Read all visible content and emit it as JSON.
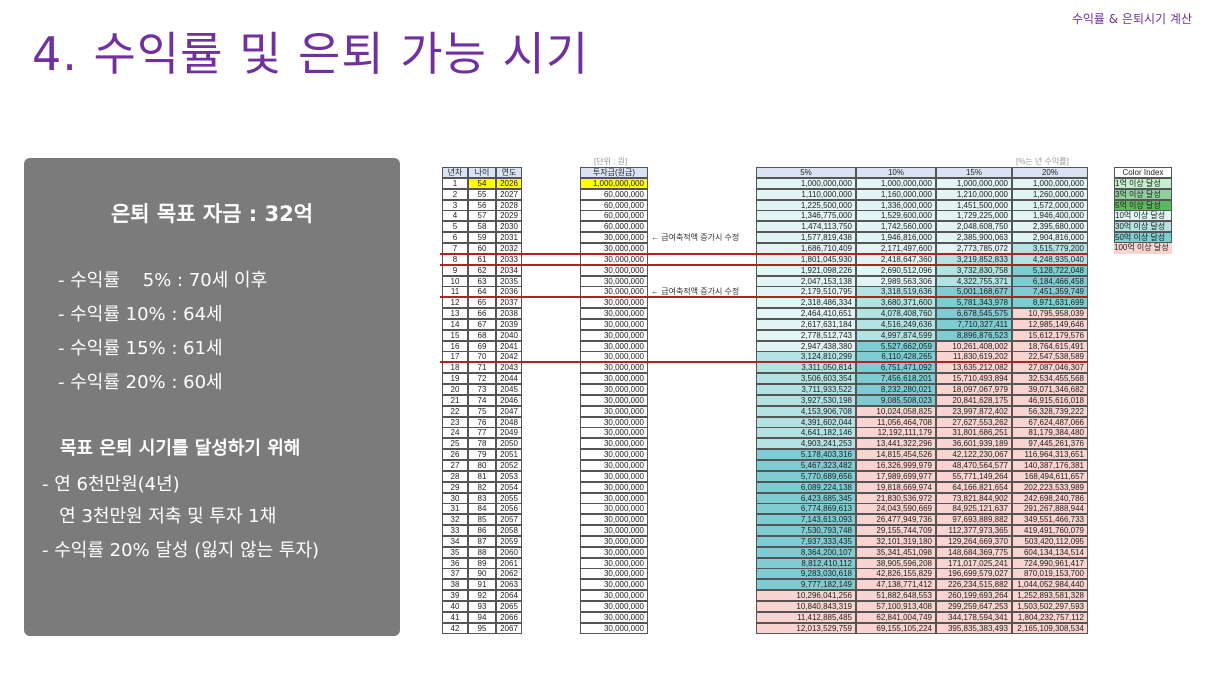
{
  "header": {
    "top_label": "수익률 & 은퇴시기 계산",
    "title": "4. 수익률 및 은퇴 가능 시기"
  },
  "summary": {
    "goal": "은퇴 목표 자금 : 32억",
    "rates": [
      "- 수익률    5% : 70세 이후",
      "- 수익률 10% : 64세",
      "- 수익률 15% : 61세",
      "- 수익률 20% : 60세"
    ],
    "plan_title": "목표 은퇴 시기를 달성하기 위해",
    "plan": [
      "- 연 6천만원(4년)",
      "   연 3천만원 저축 및 투자 1채",
      "- 수익률 20% 달성 (잃지 않는 투자)"
    ]
  },
  "sheet": {
    "unit_label": "[단위 : 원]",
    "rate_label": "[%는 년 수익률]",
    "headers": [
      "년차",
      "나이",
      "연도",
      "투자금(원금)",
      "5%",
      "10%",
      "15%",
      "20%"
    ],
    "notes": [
      "← 급여축적액 증가시 수정",
      "← 급여축적액 증가시 수정"
    ],
    "color_index": {
      "title": "Color Index",
      "items": [
        {
          "label": "1억 이상 달성",
          "color": "#c6efce"
        },
        {
          "label": "3억 이상 달성",
          "color": "#8fd19e"
        },
        {
          "label": "5억 이상 달성",
          "color": "#5cb85c"
        },
        {
          "label": "10억 이상 달성",
          "color": "#e2f4f4"
        },
        {
          "label": "30억 이상 달성",
          "color": "#b3e2e3"
        },
        {
          "label": "50억 이상 달성",
          "color": "#7fcdd2"
        },
        {
          "label": "100억 이상 달성",
          "color": "#f9d4d0"
        }
      ]
    },
    "rows": [
      [
        "1",
        "54",
        "2026",
        "1,000,000,000",
        "1,000,000,000",
        "1,000,000,000",
        "1,000,000,000",
        "1,000,000,000"
      ],
      [
        "2",
        "55",
        "2027",
        "60,000,000",
        "1,110,000,000",
        "1,160,000,000",
        "1,210,000,000",
        "1,260,000,000"
      ],
      [
        "3",
        "56",
        "2028",
        "60,000,000",
        "1,225,500,000",
        "1,336,000,000",
        "1,451,500,000",
        "1,572,000,000"
      ],
      [
        "4",
        "57",
        "2029",
        "60,000,000",
        "1,346,775,000",
        "1,529,600,000",
        "1,729,225,000",
        "1,946,400,000"
      ],
      [
        "5",
        "58",
        "2030",
        "60,000,000",
        "1,474,113,750",
        "1,742,560,000",
        "2,048,608,750",
        "2,395,680,000"
      ],
      [
        "6",
        "59",
        "2031",
        "30,000,000",
        "1,577,819,438",
        "1,946,816,000",
        "2,385,900,063",
        "2,904,816,000"
      ],
      [
        "7",
        "60",
        "2032",
        "30,000,000",
        "1,686,710,409",
        "2,171,497,600",
        "2,773,785,072",
        "3,515,779,200"
      ],
      [
        "8",
        "61",
        "2033",
        "30,000,000",
        "1,801,045,930",
        "2,418,647,360",
        "3,219,852,833",
        "4,248,935,040"
      ],
      [
        "9",
        "62",
        "2034",
        "30,000,000",
        "1,921,098,226",
        "2,690,512,096",
        "3,732,830,758",
        "5,128,722,048"
      ],
      [
        "10",
        "63",
        "2035",
        "30,000,000",
        "2,047,153,138",
        "2,989,563,306",
        "4,322,755,371",
        "6,184,466,458"
      ],
      [
        "11",
        "64",
        "2036",
        "30,000,000",
        "2,179,510,795",
        "3,318,519,636",
        "5,001,168,677",
        "7,451,359,749"
      ],
      [
        "12",
        "65",
        "2037",
        "30,000,000",
        "2,318,486,334",
        "3,680,371,600",
        "5,781,343,978",
        "8,971,631,699"
      ],
      [
        "13",
        "66",
        "2038",
        "30,000,000",
        "2,464,410,651",
        "4,078,408,760",
        "6,678,545,575",
        "10,795,958,039"
      ],
      [
        "14",
        "67",
        "2039",
        "30,000,000",
        "2,617,631,184",
        "4,516,249,636",
        "7,710,327,411",
        "12,985,149,646"
      ],
      [
        "15",
        "68",
        "2040",
        "30,000,000",
        "2,778,512,743",
        "4,997,874,599",
        "8,896,876,523",
        "15,612,179,576"
      ],
      [
        "16",
        "69",
        "2041",
        "30,000,000",
        "2,947,438,380",
        "5,527,662,059",
        "10,261,408,002",
        "18,764,615,491"
      ],
      [
        "17",
        "70",
        "2042",
        "30,000,000",
        "3,124,810,299",
        "6,110,428,265",
        "11,830,619,202",
        "22,547,538,589"
      ],
      [
        "18",
        "71",
        "2043",
        "30,000,000",
        "3,311,050,814",
        "6,751,471,092",
        "13,635,212,082",
        "27,087,046,307"
      ],
      [
        "19",
        "72",
        "2044",
        "30,000,000",
        "3,506,603,354",
        "7,456,618,201",
        "15,710,493,894",
        "32,534,455,568"
      ],
      [
        "20",
        "73",
        "2045",
        "30,000,000",
        "3,711,933,522",
        "8,232,280,021",
        "18,097,067,979",
        "39,071,346,682"
      ],
      [
        "21",
        "74",
        "2046",
        "30,000,000",
        "3,927,530,198",
        "9,085,508,023",
        "20,841,628,175",
        "46,915,616,018"
      ],
      [
        "22",
        "75",
        "2047",
        "30,000,000",
        "4,153,906,708",
        "10,024,058,825",
        "23,997,872,402",
        "56,328,739,222"
      ],
      [
        "23",
        "76",
        "2048",
        "30,000,000",
        "4,391,602,044",
        "11,056,464,708",
        "27,627,553,262",
        "67,624,487,066"
      ],
      [
        "24",
        "77",
        "2049",
        "30,000,000",
        "4,641,182,146",
        "12,192,111,179",
        "31,801,686,251",
        "81,179,384,480"
      ],
      [
        "25",
        "78",
        "2050",
        "30,000,000",
        "4,903,241,253",
        "13,441,322,296",
        "36,601,939,189",
        "97,445,261,376"
      ],
      [
        "26",
        "79",
        "2051",
        "30,000,000",
        "5,178,403,316",
        "14,815,454,526",
        "42,122,230,067",
        "116,964,313,651"
      ],
      [
        "27",
        "80",
        "2052",
        "30,000,000",
        "5,467,323,482",
        "16,326,999,979",
        "48,470,564,577",
        "140,387,176,381"
      ],
      [
        "28",
        "81",
        "2053",
        "30,000,000",
        "5,770,689,656",
        "17,989,699,977",
        "55,771,149,264",
        "168,494,611,657"
      ],
      [
        "29",
        "82",
        "2054",
        "30,000,000",
        "6,089,224,138",
        "19,818,669,974",
        "64,166,821,654",
        "202,223,533,989"
      ],
      [
        "30",
        "83",
        "2055",
        "30,000,000",
        "6,423,685,345",
        "21,830,536,972",
        "73,821,844,902",
        "242,698,240,786"
      ],
      [
        "31",
        "84",
        "2056",
        "30,000,000",
        "6,774,869,613",
        "24,043,590,669",
        "84,925,121,637",
        "291,267,888,944"
      ],
      [
        "32",
        "85",
        "2057",
        "30,000,000",
        "7,143,613,093",
        "26,477,949,736",
        "97,693,889,882",
        "349,551,466,733"
      ],
      [
        "33",
        "86",
        "2058",
        "30,000,000",
        "7,530,793,748",
        "29,155,744,709",
        "112,377,973,365",
        "419,491,760,079"
      ],
      [
        "34",
        "87",
        "2059",
        "30,000,000",
        "7,937,333,435",
        "32,101,319,180",
        "129,264,669,370",
        "503,420,112,095"
      ],
      [
        "35",
        "88",
        "2060",
        "30,000,000",
        "8,364,200,107",
        "35,341,451,098",
        "148,684,369,775",
        "604,134,134,514"
      ],
      [
        "36",
        "89",
        "2061",
        "30,000,000",
        "8,812,410,112",
        "38,905,596,208",
        "171,017,025,241",
        "724,990,961,417"
      ],
      [
        "37",
        "90",
        "2062",
        "30,000,000",
        "9,283,030,618",
        "42,826,155,829",
        "196,699,579,027",
        "870,019,153,700"
      ],
      [
        "38",
        "91",
        "2063",
        "30,000,000",
        "9,777,182,149",
        "47,138,771,412",
        "226,234,515,882",
        "1,044,052,984,440"
      ],
      [
        "39",
        "92",
        "2064",
        "30,000,000",
        "10,296,041,256",
        "51,882,648,553",
        "260,199,693,264",
        "1,252,893,581,328"
      ],
      [
        "40",
        "93",
        "2065",
        "30,000,000",
        "10,840,843,319",
        "57,100,913,408",
        "299,259,647,253",
        "1,503,502,297,593"
      ],
      [
        "41",
        "94",
        "2066",
        "30,000,000",
        "11,412,885,485",
        "62,841,004,749",
        "344,178,594,341",
        "1,804,232,757,112"
      ],
      [
        "42",
        "95",
        "2067",
        "30,000,000",
        "12,013,529,759",
        "69,155,105,224",
        "395,835,383,493",
        "2,165,109,308,534"
      ]
    ]
  }
}
